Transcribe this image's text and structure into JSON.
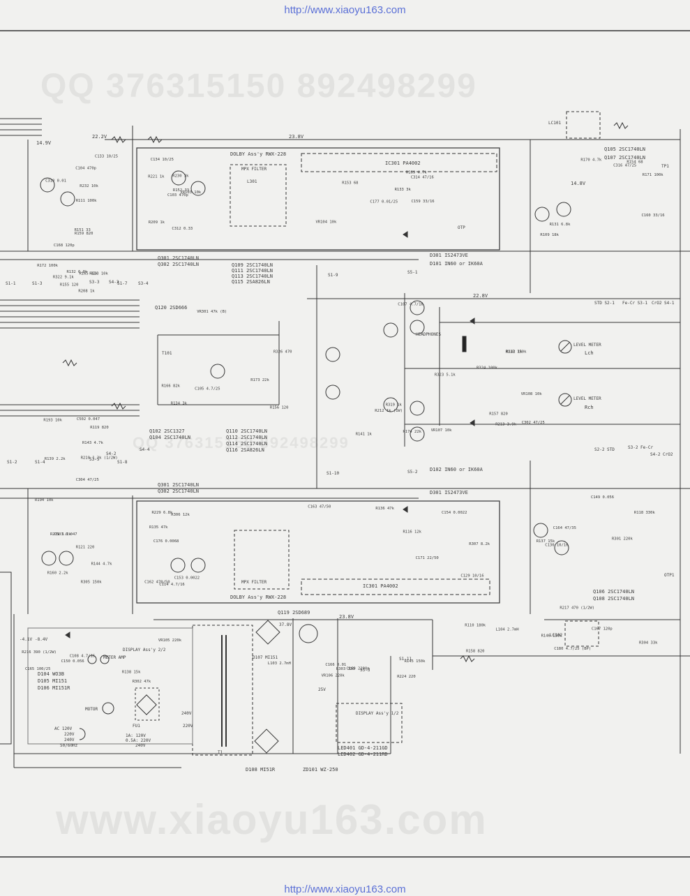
{
  "source_urls": {
    "top": "http://www.xiaoyu163.com",
    "bottom": "http://www.xiaoyu163.com"
  },
  "watermarks": {
    "upper": "QQ 376315150  892498299",
    "middle": "QQ 376315150  892498299",
    "lower": "www.xiaoyu163.com"
  },
  "rails": {
    "r1": "23.8V",
    "r2": "22.8V",
    "r3": "23.8V",
    "r4": "22.2V",
    "r5": "14.9V",
    "r6": "14.8V"
  },
  "ic": {
    "upper_dolby_label": "DOLBY Ass'y RWX-228",
    "lower_dolby_label": "DOLBY Ass'y RWX-228",
    "upper_ic": "IC301  PA4002",
    "lower_ic": "IC301  PA4002",
    "mpx_filter": "MPX FILTER",
    "upper_l301": "L301"
  },
  "transistor_groups": {
    "upper_right_a": "Q105  2SC1740LN",
    "upper_right_b": "Q107  2SC1740LN",
    "q301_a": "Q301  2SC1740LN",
    "q301_b": "Q302  2SC1740LN",
    "mid_a": "Q109  2SC1740LN",
    "mid_b": "Q111  2SC1740LN",
    "mid_c": "Q113  2SC1740LN",
    "mid_d": "Q115  2SA826LN",
    "q120": "Q120  2SD666",
    "left_a": "Q102  2SC1327",
    "left_b": "Q104  2SC1740LN",
    "mid2_a": "Q110  2SC1740LN",
    "mid2_b": "Q112  2SC1740LN",
    "mid2_c": "Q114  2SC1740LN",
    "mid2_d": "Q116  2SA826LN",
    "lower_q301_a": "Q301  2SC1740LN",
    "lower_q301_b": "Q302  2SC1740LN",
    "lower_right_a": "Q106  2SC1740LN",
    "lower_right_b": "Q108  2SC1740LN",
    "q119": "Q119  2SD689"
  },
  "diodes": {
    "d301_upper": "D301  IS2473VE",
    "d101": "D101  IN60 or IK60A",
    "d102": "D102  IN60 or IK60A",
    "d301_lower": "D301  IS2473VE",
    "d104": "D104  WO3B",
    "d105": "D105  MI151",
    "d106": "D106  MI151R",
    "d107": "D107  MI151",
    "d108": "D108  MI51R",
    "zd101": "ZD101  WZ-250",
    "led401": "LED401  GD-4-211GD",
    "led402": "LED402  GD-4-211RD"
  },
  "meters": {
    "lch_title": "LEVEL METER",
    "lch": "Lch",
    "rch_title": "LEVEL METER",
    "rch": "Rch",
    "headphones": "HEADPHONES"
  },
  "power": {
    "ac_line": "AC 120V",
    "ac_220": "220V",
    "ac_240": "240V",
    "ac_freq": "50/60Hz",
    "motor": "MOTOR",
    "fuse": "FU1",
    "fuse_rating_a": "1A: 120V",
    "fuse_rating_b": "0.5A: 220V",
    "fuse_rating_c": "240V",
    "sel_240": "240V",
    "sel_220": "220V",
    "display_a": "DISPLAY Ass'y 2/2",
    "display_b": "DISPLAY Ass'y 1/2",
    "meter_amp": "METER AMP",
    "v_37_8": "37.8V",
    "v_25": "25V",
    "v_neg_8_4": "-8.4V",
    "v_neg_4_1": "-4.1V"
  },
  "switch_labels": {
    "s1_1": "S1-1",
    "s1_2": "S1-2",
    "s1_3": "S1-3",
    "s1_4": "S1-4",
    "s1_7": "S1-7",
    "s1_8": "S1-8",
    "s1_9": "S1-9",
    "s1_10": "S1-10",
    "s1_11": "S1-11",
    "s3_3": "S3-3",
    "s3_4": "S3-4",
    "s3_5": "S3-5",
    "s4_2": "S4-2",
    "s4_3": "S4-3",
    "s4_4": "S4-4",
    "s5_1": "S5-1",
    "s5_2": "S5-2",
    "s5_3": "S5-3",
    "std_a": "STD S2-1",
    "fe_a": "Fe-Cr S3-1",
    "cro2_a": "CrO2 S4-1",
    "std_b": "S2-2 STD",
    "fe_b": "S3-2 Fe-Cr",
    "cro2_b": "S4-2 CrO2",
    "otp_upper": "OTP",
    "otp_lower": "OTP1",
    "tp1": "TP1",
    "lc101": "LC101",
    "lc102": "LC102",
    "t101": "T101",
    "t1": "T1"
  },
  "components": [
    "R111 100k",
    "R221 1k",
    "C177 0.01/25",
    "R109 18k",
    "R123 10k",
    "C105 4.7/25",
    "C107 4.7/16",
    "R113 150k",
    "R119 820",
    "R121 220",
    "R229 6.8k",
    "C129 10/16",
    "C130 10/16",
    "VR105 220k",
    "VR106 220k",
    "C167 120p",
    "C168 120p",
    "R230 3k",
    "R133 3k",
    "R131 6.8k",
    "R132 6.8k",
    "R134 3k",
    "R141 1k",
    "R142 1k",
    "R143 4.7k",
    "R144 4.7k",
    "R135 47k",
    "R136 47k",
    "R137 15k",
    "R138 15k",
    "R145 150k",
    "R146 150k",
    "R151 33",
    "R152 33",
    "R153 68",
    "R154 68",
    "R155 120",
    "R156 120",
    "VR107 10k",
    "VR108 10k",
    "C502 0.047",
    "C503 0.047",
    "C176 0.0068",
    "C171 22/50",
    "R217 470 (1/2W)",
    "R216 390 (1/2W)",
    "C169 2200p",
    "R158 820",
    "R159 820",
    "VR103 10k",
    "VR104 10k",
    "R171 100k",
    "R172 100k",
    "R173 22k",
    "R174 22k",
    "R157 820",
    "R193 10k",
    "R194 10k",
    "C153 0.0022",
    "C154 0.0022",
    "C149 0.056",
    "C150 0.056",
    "L103 2.7mH",
    "L104 2.7mH",
    "C133 10/25",
    "C134 10/25",
    "R169 4.7k",
    "R170 4.7k",
    "R165 82k",
    "R166 82k",
    "R212 1k (1W)",
    "R213 3.9k",
    "R210 1.2k (1/2W)",
    "R211 1.2k",
    "C162 470/50",
    "C163 47/50",
    "C164 47/35",
    "C165 100/25",
    "C166 0.01",
    "C180 4.7/25 (BP)",
    "R232 10k",
    "R209 1k",
    "C159 33/16",
    "C160 33/16",
    "R208 1k",
    "R326 470",
    "R319 1k",
    "C302 47/25",
    "C304 47/25",
    "R305 150k",
    "R306 12k",
    "R307 8.2k",
    "R301 220k",
    "R302 47k",
    "R303 330",
    "R304 33k",
    "C310 0.01",
    "C312 0.33",
    "C314 47/16",
    "C316 47/25",
    "R322 9.1k",
    "VR301 47k (B)",
    "R323 5.1k",
    "R324 100k",
    "R139 2.2k",
    "R160 2.2k",
    "C114 4.7/16",
    "R116 12k",
    "R118 330k",
    "C108 4.7/16",
    "R224 220",
    "R110 180k",
    "C104 470p",
    "C103 470p"
  ]
}
